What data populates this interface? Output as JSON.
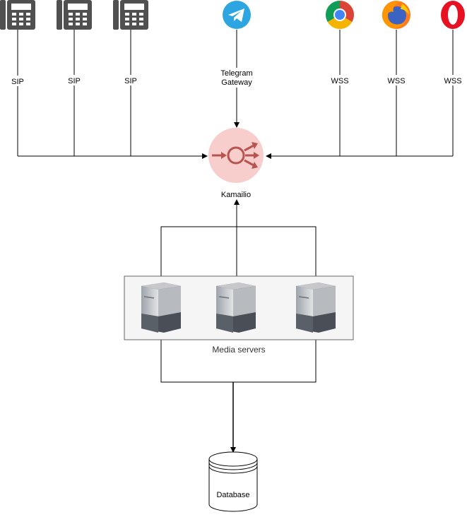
{
  "diagram": {
    "phones": [
      {
        "label": "SIP",
        "icon": "ip-phone-icon"
      },
      {
        "label": "SIP",
        "icon": "ip-phone-icon"
      },
      {
        "label": "SIP",
        "icon": "ip-phone-icon"
      }
    ],
    "telegram": {
      "label_line1": "Telegram",
      "label_line2": "Gateway",
      "icon": "telegram-icon"
    },
    "browsers": [
      {
        "label": "WSS",
        "icon": "chrome-icon"
      },
      {
        "label": "WSS",
        "icon": "firefox-icon"
      },
      {
        "label": "WSS",
        "icon": "opera-icon"
      }
    ],
    "kamailio": {
      "label": "Kamailio",
      "icon": "kamailio-router-icon"
    },
    "media_servers": {
      "label": "Media servers",
      "icon": "server-icon",
      "count": 3
    },
    "database": {
      "label": "Database",
      "icon": "database-icon"
    },
    "colors": {
      "line": "#000000",
      "kamailio_fill": "#f8cecc",
      "kamailio_icon": "#b85450",
      "group_fill": "#f5f5f5",
      "group_stroke": "#666666",
      "telegram": "#2ca5e0",
      "phone": "#505050",
      "opera": "#e81123"
    }
  }
}
